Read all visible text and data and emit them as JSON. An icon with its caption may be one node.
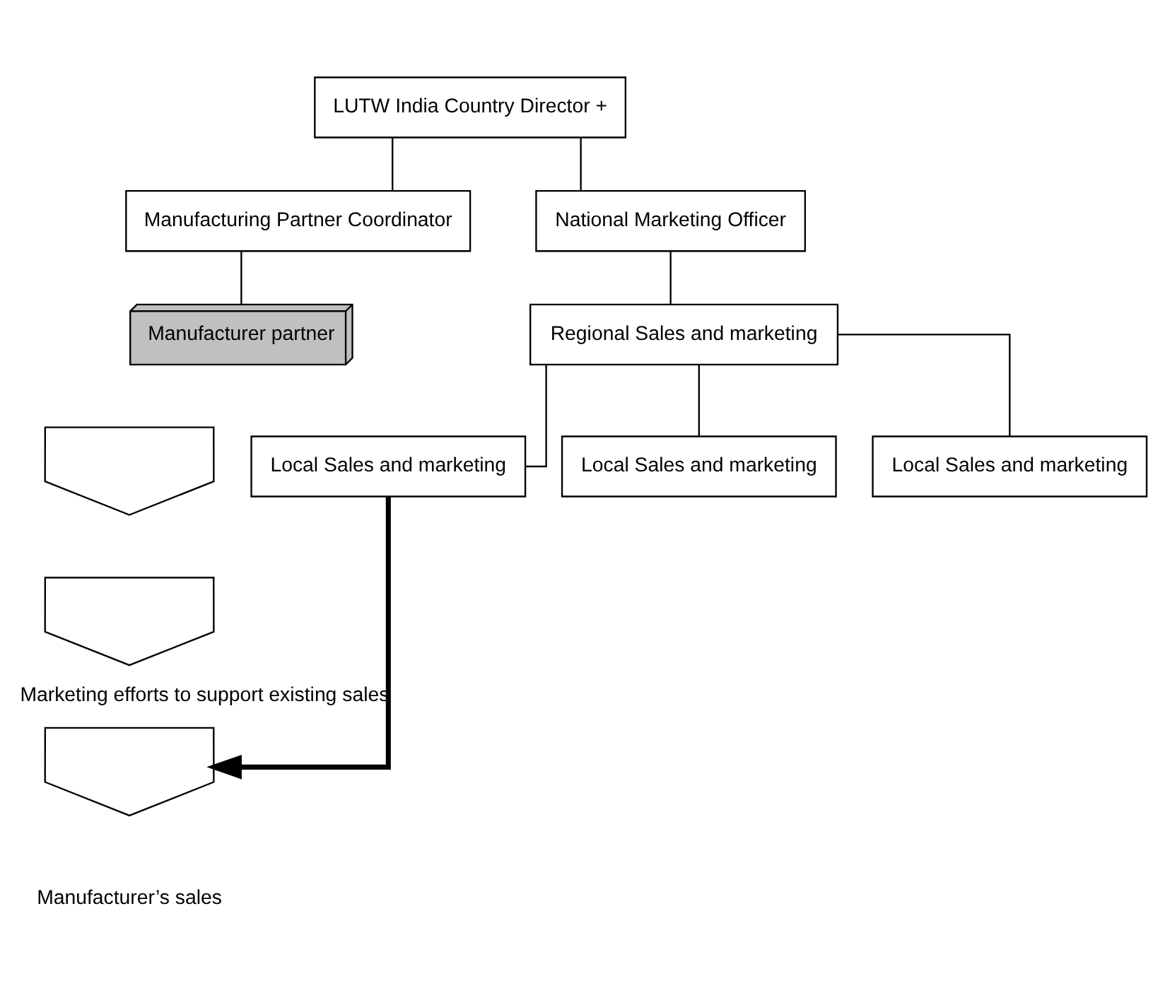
{
  "diagram": {
    "nodes": [
      {
        "text": [
          "LUTW India Country Director +"
        ]
      },
      {
        "text": [
          "Manufacturing Partner Coordinator"
        ]
      },
      {
        "text": [
          "National Marketing Officer"
        ]
      },
      {
        "text": [
          "Regional Sales and marketing"
        ]
      },
      {
        "text": [
          "Local Sales and marketing"
        ]
      },
      {
        "text": [
          "Local Sales and marketing"
        ]
      },
      {
        "text": [
          "Local Sales and marketing"
        ]
      },
      {
        "text": [
          "Manufacturer partner"
        ]
      },
      {
        "text": [],
        "shape": "chevron"
      },
      {
        "text": [],
        "shape": "chevron"
      },
      {
        "text": [],
        "shape": "chevron",
        "beside": [
          "Manufacturer’s sales"
        ]
      }
    ],
    "edges": [
      {
        "from": 0,
        "to": 1,
        "arrow": "none"
      },
      {
        "from": 0,
        "to": 2,
        "arrow": "none"
      },
      {
        "from": 2,
        "to": 3,
        "arrow": "none"
      },
      {
        "from": 3,
        "to": 4,
        "arrow": "none"
      },
      {
        "from": 3,
        "to": 5,
        "arrow": "none"
      },
      {
        "from": 3,
        "to": 6,
        "arrow": "none"
      },
      {
        "from": 1,
        "to": 7,
        "arrow": "none"
      },
      {
        "from": 4,
        "to": 10,
        "arrow": "to",
        "style": "thick",
        "label": "Marketing efforts to support existing sales"
      }
    ]
  }
}
